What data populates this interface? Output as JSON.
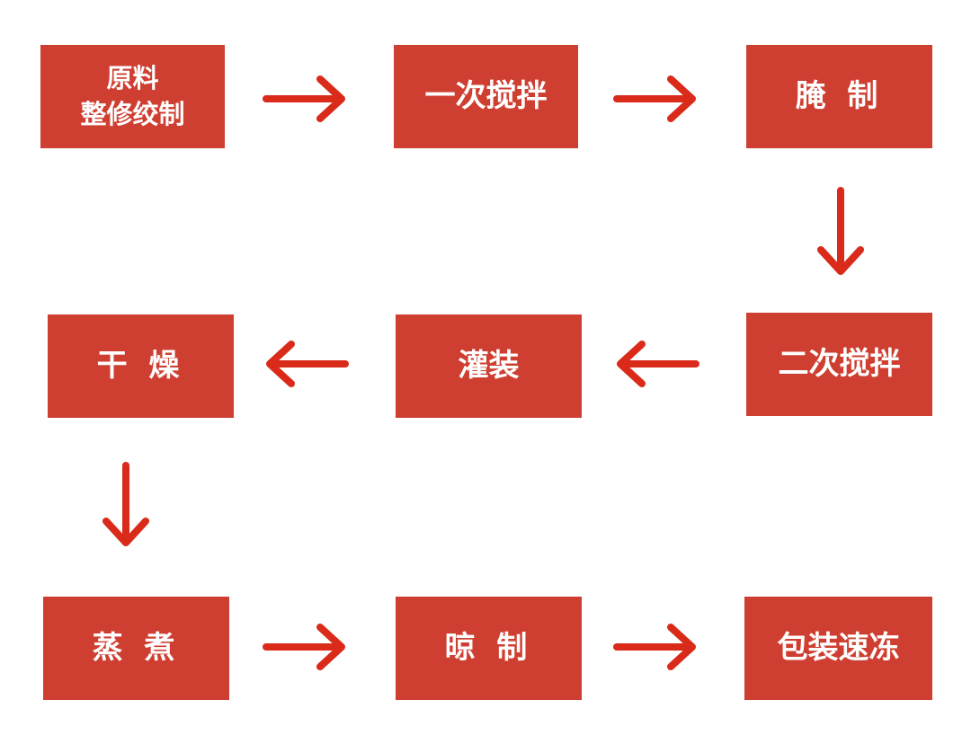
{
  "colors": {
    "box_fill": "#cf3f31",
    "box_text": "#ffffff",
    "arrow": "#d92a1a",
    "background": "#ffffff"
  },
  "steps": {
    "raw_material": "原料\n整修绞制",
    "first_mixing": "一次搅拌",
    "curing": "腌 制",
    "second_mixing": "二次搅拌",
    "filling": "灌装",
    "drying": "干 燥",
    "steaming": "蒸 煮",
    "cooling": "晾 制",
    "packaging_freezing": "包装速冻"
  },
  "flow": [
    [
      "raw_material",
      "first_mixing"
    ],
    [
      "first_mixing",
      "curing"
    ],
    [
      "curing",
      "second_mixing"
    ],
    [
      "second_mixing",
      "filling"
    ],
    [
      "filling",
      "drying"
    ],
    [
      "drying",
      "steaming"
    ],
    [
      "steaming",
      "cooling"
    ],
    [
      "cooling",
      "packaging_freezing"
    ]
  ]
}
